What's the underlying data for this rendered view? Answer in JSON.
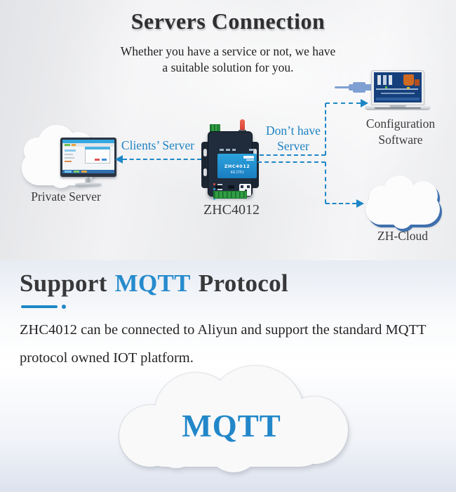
{
  "servers_section": {
    "title": "Servers Connection",
    "subtitle": [
      "Whether you have a service or not, we have",
      "a suitable solution for you."
    ],
    "labels": {
      "private_server": "Private Server",
      "device": "ZHC4012",
      "clients_server": "Clients’ Server",
      "dont_have_1": "Don’t have",
      "dont_have_2": "Server",
      "config_software_1": "Configuration",
      "config_software_2": "Software",
      "zh_cloud": "ZH-Cloud"
    },
    "device_panel": {
      "model": "ZHC4012",
      "variant": "4G DTU"
    }
  },
  "mqtt_section": {
    "heading": {
      "pre": "Support",
      "highlight": "MQTT",
      "post": "Protocol"
    },
    "body": [
      "ZHC4012 can be connected to Aliyun and support the standard MQTT",
      "protocol owned IOT platform."
    ],
    "cloud_label": "MQTT"
  },
  "colors": {
    "accent_blue": "#1d87c6",
    "heading_highlight": "#268bcd",
    "cloud_shadow_blue": "#3e70ad",
    "text_dark": "#38383a"
  }
}
